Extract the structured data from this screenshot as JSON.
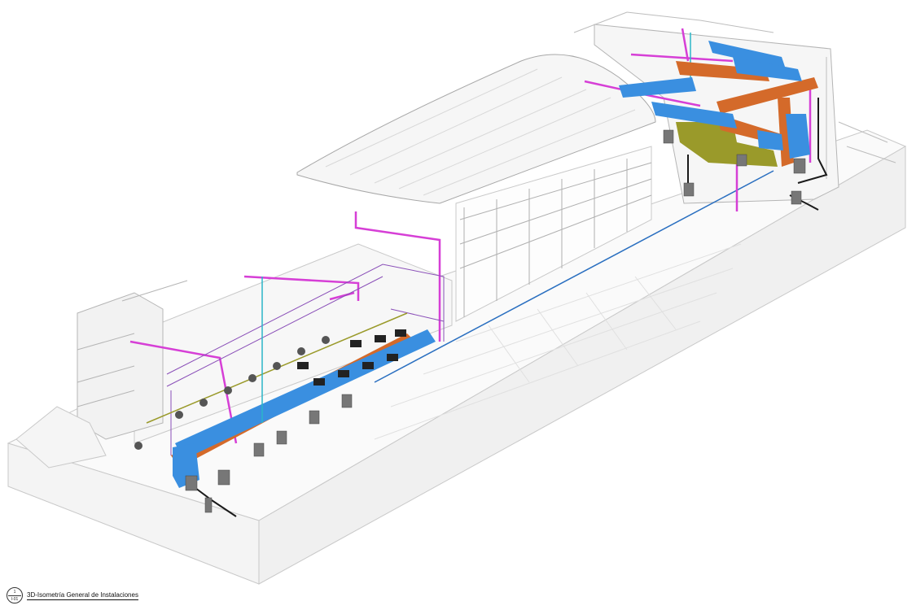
{
  "view": {
    "title": "3D-Isometría General de Instalaciones",
    "number": "1",
    "sheet": "I-01"
  },
  "colors": {
    "structure_line": "#c9c9c9",
    "structure_dark": "#9a9a9a",
    "hvac_supply": "#3a8fe0",
    "hvac_return": "#d46a2a",
    "plumbing_magenta": "#d63fd6",
    "gas_olive": "#9a9a2a",
    "water_cyan": "#2bb6c8",
    "drain_black": "#1a1a1a",
    "conduit_purple": "#8a4fb8",
    "equipment": "#555555"
  },
  "icons": {
    "view_marker": "circle-section-marker"
  }
}
